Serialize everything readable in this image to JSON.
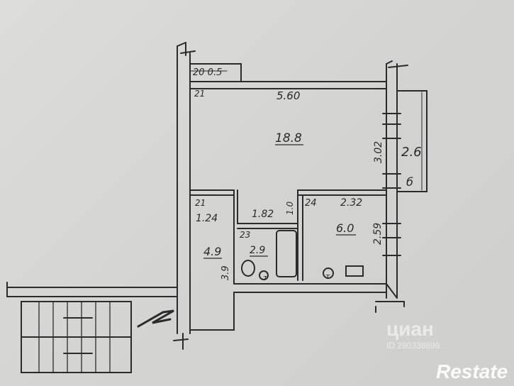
{
  "plan": {
    "balcony_top": "20 0.5",
    "room_label_a": "21",
    "main_width": "5.60",
    "main_area": "18.8",
    "main_height_rot": "3.02",
    "loggia_area": "2.6",
    "loggia_mark": "б",
    "hall_label": "21",
    "hall_width": "1.24",
    "corr_width": "1.82",
    "corr_small_rot": "1.0",
    "kitchen_label": "24",
    "kitchen_width": "2.32",
    "kitchen_area": "6.0",
    "kitchen_height_rot": "2.59",
    "bath_label": "23",
    "bath_area": "2.9",
    "hall_area": "4.9",
    "hall_height_rot": "3.9",
    "toilet_mark": "т",
    "kitchen_mark": "т"
  },
  "watermarks": {
    "cian": "циан",
    "cian_id": "ID 290338896",
    "restate": "Restate"
  }
}
